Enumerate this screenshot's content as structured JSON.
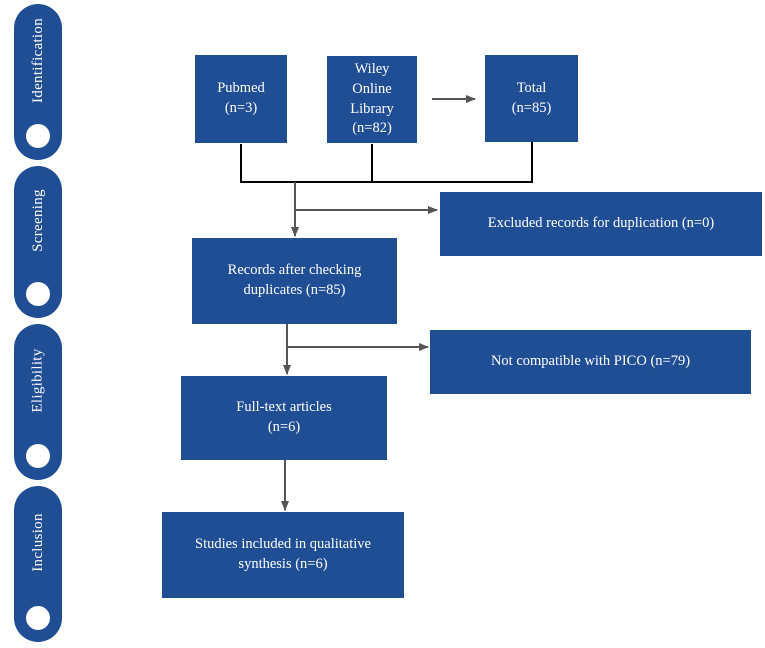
{
  "stages": {
    "identification": "Identification",
    "screening": "Screening",
    "eligibility": "Eligibility",
    "inclusion": "Inclusion"
  },
  "boxes": {
    "pubmed": "Pubmed\n(n=3)",
    "wiley": "Wiley\nOnline\nLibrary\n(n=82)",
    "total": "Total\n(n=85)",
    "excluded_duplicates": "Excluded records for duplication (n=0)",
    "records_after_duplicates": "Records after checking\nduplicates (n=85)",
    "not_compatible_pico": "Not compatible with PICO (n=79)",
    "full_text": "Full-text articles\n(n=6)",
    "included": "Studies included in qualitative\nsynthesis (n=6)"
  },
  "colors": {
    "box_fill": "#1f4e95",
    "box_text": "#ffffff",
    "connector": "#555555",
    "bracket": "#000000"
  }
}
